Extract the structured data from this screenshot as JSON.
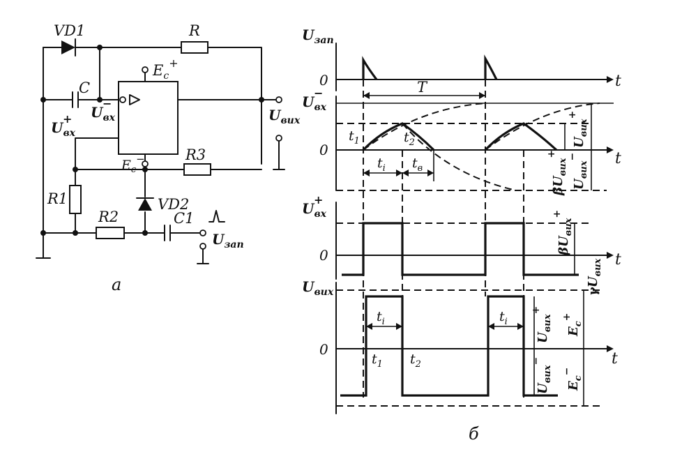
{
  "circuit": {
    "caption": "а",
    "components": {
      "vd1": "VD1",
      "r": "R",
      "c": "C",
      "r3": "R3",
      "r1": "R1",
      "r2": "R2",
      "vd2": "VD2",
      "c1": "C1"
    },
    "supply_pos": {
      "base": "E",
      "sub": "c",
      "sup": "+"
    },
    "supply_neg": {
      "base": "E",
      "sub": "c",
      "sup": "−"
    },
    "inputs": {
      "inverting": {
        "base": "U",
        "sub": "вх",
        "sup": "−"
      },
      "noninverting": {
        "base": "U",
        "sub": "вх",
        "sup": "+"
      }
    },
    "output": {
      "base": "U",
      "sub": "вих"
    },
    "trigger": {
      "base": "U",
      "sub": "зап"
    }
  },
  "timing": {
    "caption": "б",
    "axis_t": "t",
    "zero": "0",
    "panel1_label": {
      "base": "U",
      "sub": "зап"
    },
    "panel2_label": {
      "base": "U",
      "sub": "вх",
      "sup": "−"
    },
    "panel3_label": {
      "base": "U",
      "sub": "вх",
      "sup": "+"
    },
    "panel4_label": {
      "base": "U",
      "sub": "вих"
    },
    "period": "T",
    "t1": {
      "base": "t",
      "sub": "1"
    },
    "t2": {
      "base": "t",
      "sub": "2"
    },
    "ti": {
      "base": "t",
      "sub": "i"
    },
    "tv": {
      "base": "t",
      "sub": "в"
    },
    "labels_right": {
      "p2_upos": {
        "base": "U",
        "sub": "вих",
        "sup": "+"
      },
      "p2_beta": {
        "pre": "β",
        "base": "U",
        "sub": "вих",
        "sup": "+"
      },
      "p2_uneg": {
        "base": "U",
        "sub": "вих",
        "sup": "−"
      },
      "p3_beta": {
        "pre": "β",
        "base": "U",
        "sub": "вих",
        "sup": "+"
      },
      "p3_gamma": {
        "pre": "γ",
        "base": "U",
        "sub": "вих"
      },
      "p4_upos": {
        "base": "U",
        "sub": "вих",
        "sup": "+"
      },
      "p4_ec_pos": {
        "base": "E",
        "sub": "c",
        "sup": "+"
      },
      "p4_uneg": {
        "base": "U",
        "sub": "вих",
        "sup": "−"
      },
      "p4_ec_neg": {
        "base": "E",
        "sub": "c",
        "sup": "−"
      }
    }
  }
}
